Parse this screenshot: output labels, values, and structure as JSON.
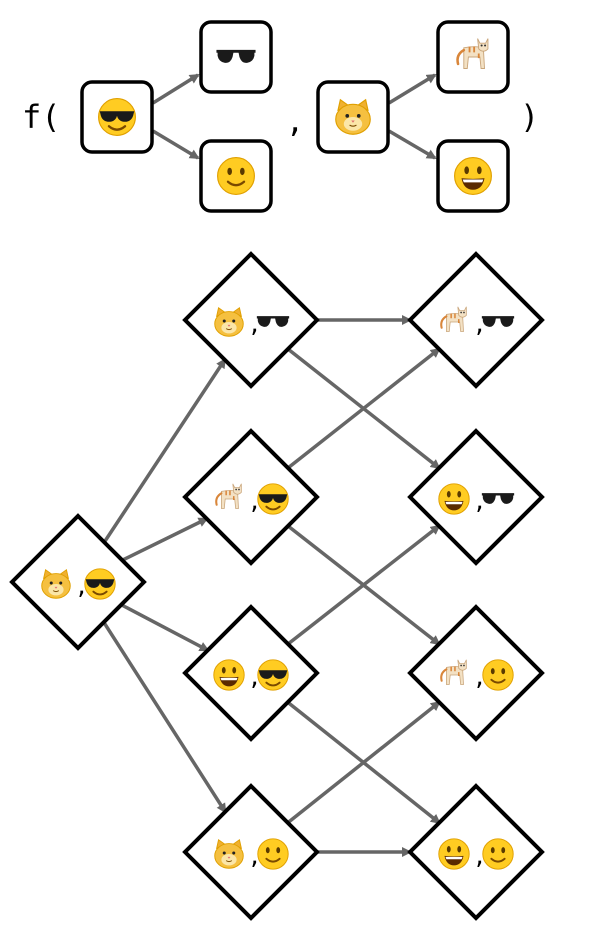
{
  "formula": {
    "prefix": "f(",
    "separator": ",",
    "suffix": ")",
    "left_group": {
      "root": {
        "icon": "smiling-face-with-sunglasses-icon"
      },
      "children": [
        {
          "icon": "sunglasses-icon"
        },
        {
          "icon": "slightly-smiling-face-icon"
        }
      ]
    },
    "right_group": {
      "root": {
        "icon": "hamster-face-icon"
      },
      "children": [
        {
          "icon": "cat-icon"
        },
        {
          "icon": "grinning-face-icon"
        }
      ]
    }
  },
  "graph": {
    "pair_separator": ",",
    "nodes": [
      {
        "id": "n0",
        "left": "hamster-face-icon",
        "right": "smiling-face-with-sunglasses-icon"
      },
      {
        "id": "n1",
        "left": "hamster-face-icon",
        "right": "sunglasses-icon"
      },
      {
        "id": "n2",
        "left": "cat-icon",
        "right": "smiling-face-with-sunglasses-icon"
      },
      {
        "id": "n3",
        "left": "grinning-face-icon",
        "right": "smiling-face-with-sunglasses-icon"
      },
      {
        "id": "n4",
        "left": "hamster-face-icon",
        "right": "slightly-smiling-face-icon"
      },
      {
        "id": "n5",
        "left": "cat-icon",
        "right": "sunglasses-icon"
      },
      {
        "id": "n6",
        "left": "grinning-face-icon",
        "right": "sunglasses-icon"
      },
      {
        "id": "n7",
        "left": "cat-icon",
        "right": "slightly-smiling-face-icon"
      },
      {
        "id": "n8",
        "left": "grinning-face-icon",
        "right": "slightly-smiling-face-icon"
      }
    ],
    "edges": [
      [
        "n0",
        "n1"
      ],
      [
        "n0",
        "n2"
      ],
      [
        "n0",
        "n3"
      ],
      [
        "n0",
        "n4"
      ],
      [
        "n1",
        "n5"
      ],
      [
        "n1",
        "n6"
      ],
      [
        "n2",
        "n5"
      ],
      [
        "n2",
        "n7"
      ],
      [
        "n3",
        "n6"
      ],
      [
        "n3",
        "n8"
      ],
      [
        "n4",
        "n7"
      ],
      [
        "n4",
        "n8"
      ]
    ]
  },
  "colors": {
    "stroke": "#000000",
    "arrow": "#666666",
    "emoji_yellow": "#FFCC22",
    "emoji_outline": "#E0A000",
    "cat_body": "#F3E1C4",
    "cat_stripes": "#D9863A"
  }
}
